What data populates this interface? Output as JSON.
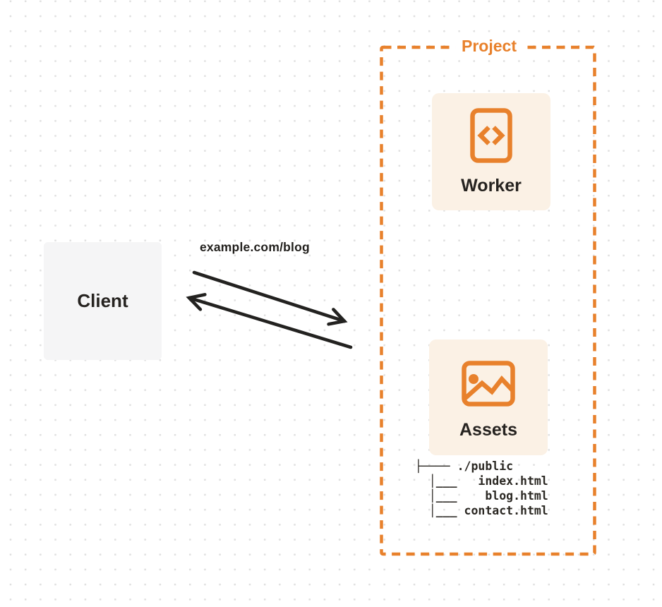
{
  "diagram": {
    "client": {
      "label": "Client"
    },
    "request_label": "example.com/blog",
    "project": {
      "label": "Project",
      "worker": {
        "label": "Worker",
        "icon": "code-document-icon"
      },
      "assets": {
        "label": "Assets",
        "icon": "image-icon"
      },
      "file_tree": {
        "root": "./public",
        "files": [
          "index.html",
          "blog.html",
          "contact.html"
        ],
        "lines": [
          "├──── ./public",
          "  │___   index.html",
          "  │___    blog.html",
          "  │___ contact.html"
        ]
      }
    },
    "colors": {
      "accent_orange": "#e8812c",
      "card_background": "#fbf1e5",
      "client_background": "#f5f5f6",
      "arrow": "#232220",
      "text_dark": "#262320",
      "dot_grid": "#e0e0e0"
    }
  }
}
